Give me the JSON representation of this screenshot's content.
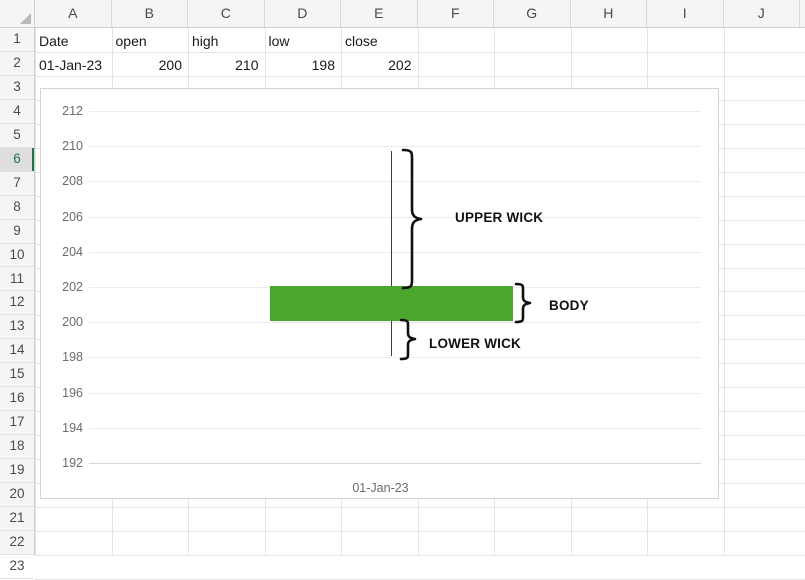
{
  "spreadsheet": {
    "columns": [
      "A",
      "B",
      "C",
      "D",
      "E",
      "F",
      "G",
      "H",
      "I",
      "J"
    ],
    "rows": [
      "1",
      "2",
      "3",
      "4",
      "5",
      "6",
      "7",
      "8",
      "9",
      "10",
      "11",
      "12",
      "13",
      "14",
      "15",
      "16",
      "17",
      "18",
      "19",
      "20",
      "21",
      "22",
      "23"
    ],
    "active_row": "6",
    "header_row": {
      "A": "Date",
      "B": "open",
      "C": "high",
      "D": "low",
      "E": "close"
    },
    "data_row": {
      "A": "01-Jan-23",
      "B": "200",
      "C": "210",
      "D": "198",
      "E": "202"
    }
  },
  "chart_data": {
    "type": "candlestick",
    "title": "",
    "xlabel": "",
    "ylabel": "",
    "categories": [
      "01-Jan-23"
    ],
    "x_tick_labels": [
      "01-Jan-23"
    ],
    "y_tick_labels": [
      "212",
      "210",
      "208",
      "206",
      "204",
      "202",
      "200",
      "198",
      "196",
      "194",
      "192"
    ],
    "ylim": [
      192,
      212
    ],
    "y_step": 2,
    "grid": true,
    "legend": "none",
    "series": [
      {
        "name": "01-Jan-23",
        "open": 200,
        "high": 210,
        "low": 198,
        "close": 202,
        "direction": "up",
        "color": "#4CA72C"
      }
    ],
    "annotations": [
      {
        "label": "UPPER WICK",
        "from": 202,
        "to": 210
      },
      {
        "label": "BODY",
        "from": 200,
        "to": 202
      },
      {
        "label": "LOWER WICK",
        "from": 198,
        "to": 200
      }
    ]
  },
  "colors": {
    "bullish_body": "#4CA72C",
    "wick": "#3f3f3f",
    "gridline": "#ececec",
    "axis_text": "#6b6b6b",
    "excel_green": "#217346"
  }
}
